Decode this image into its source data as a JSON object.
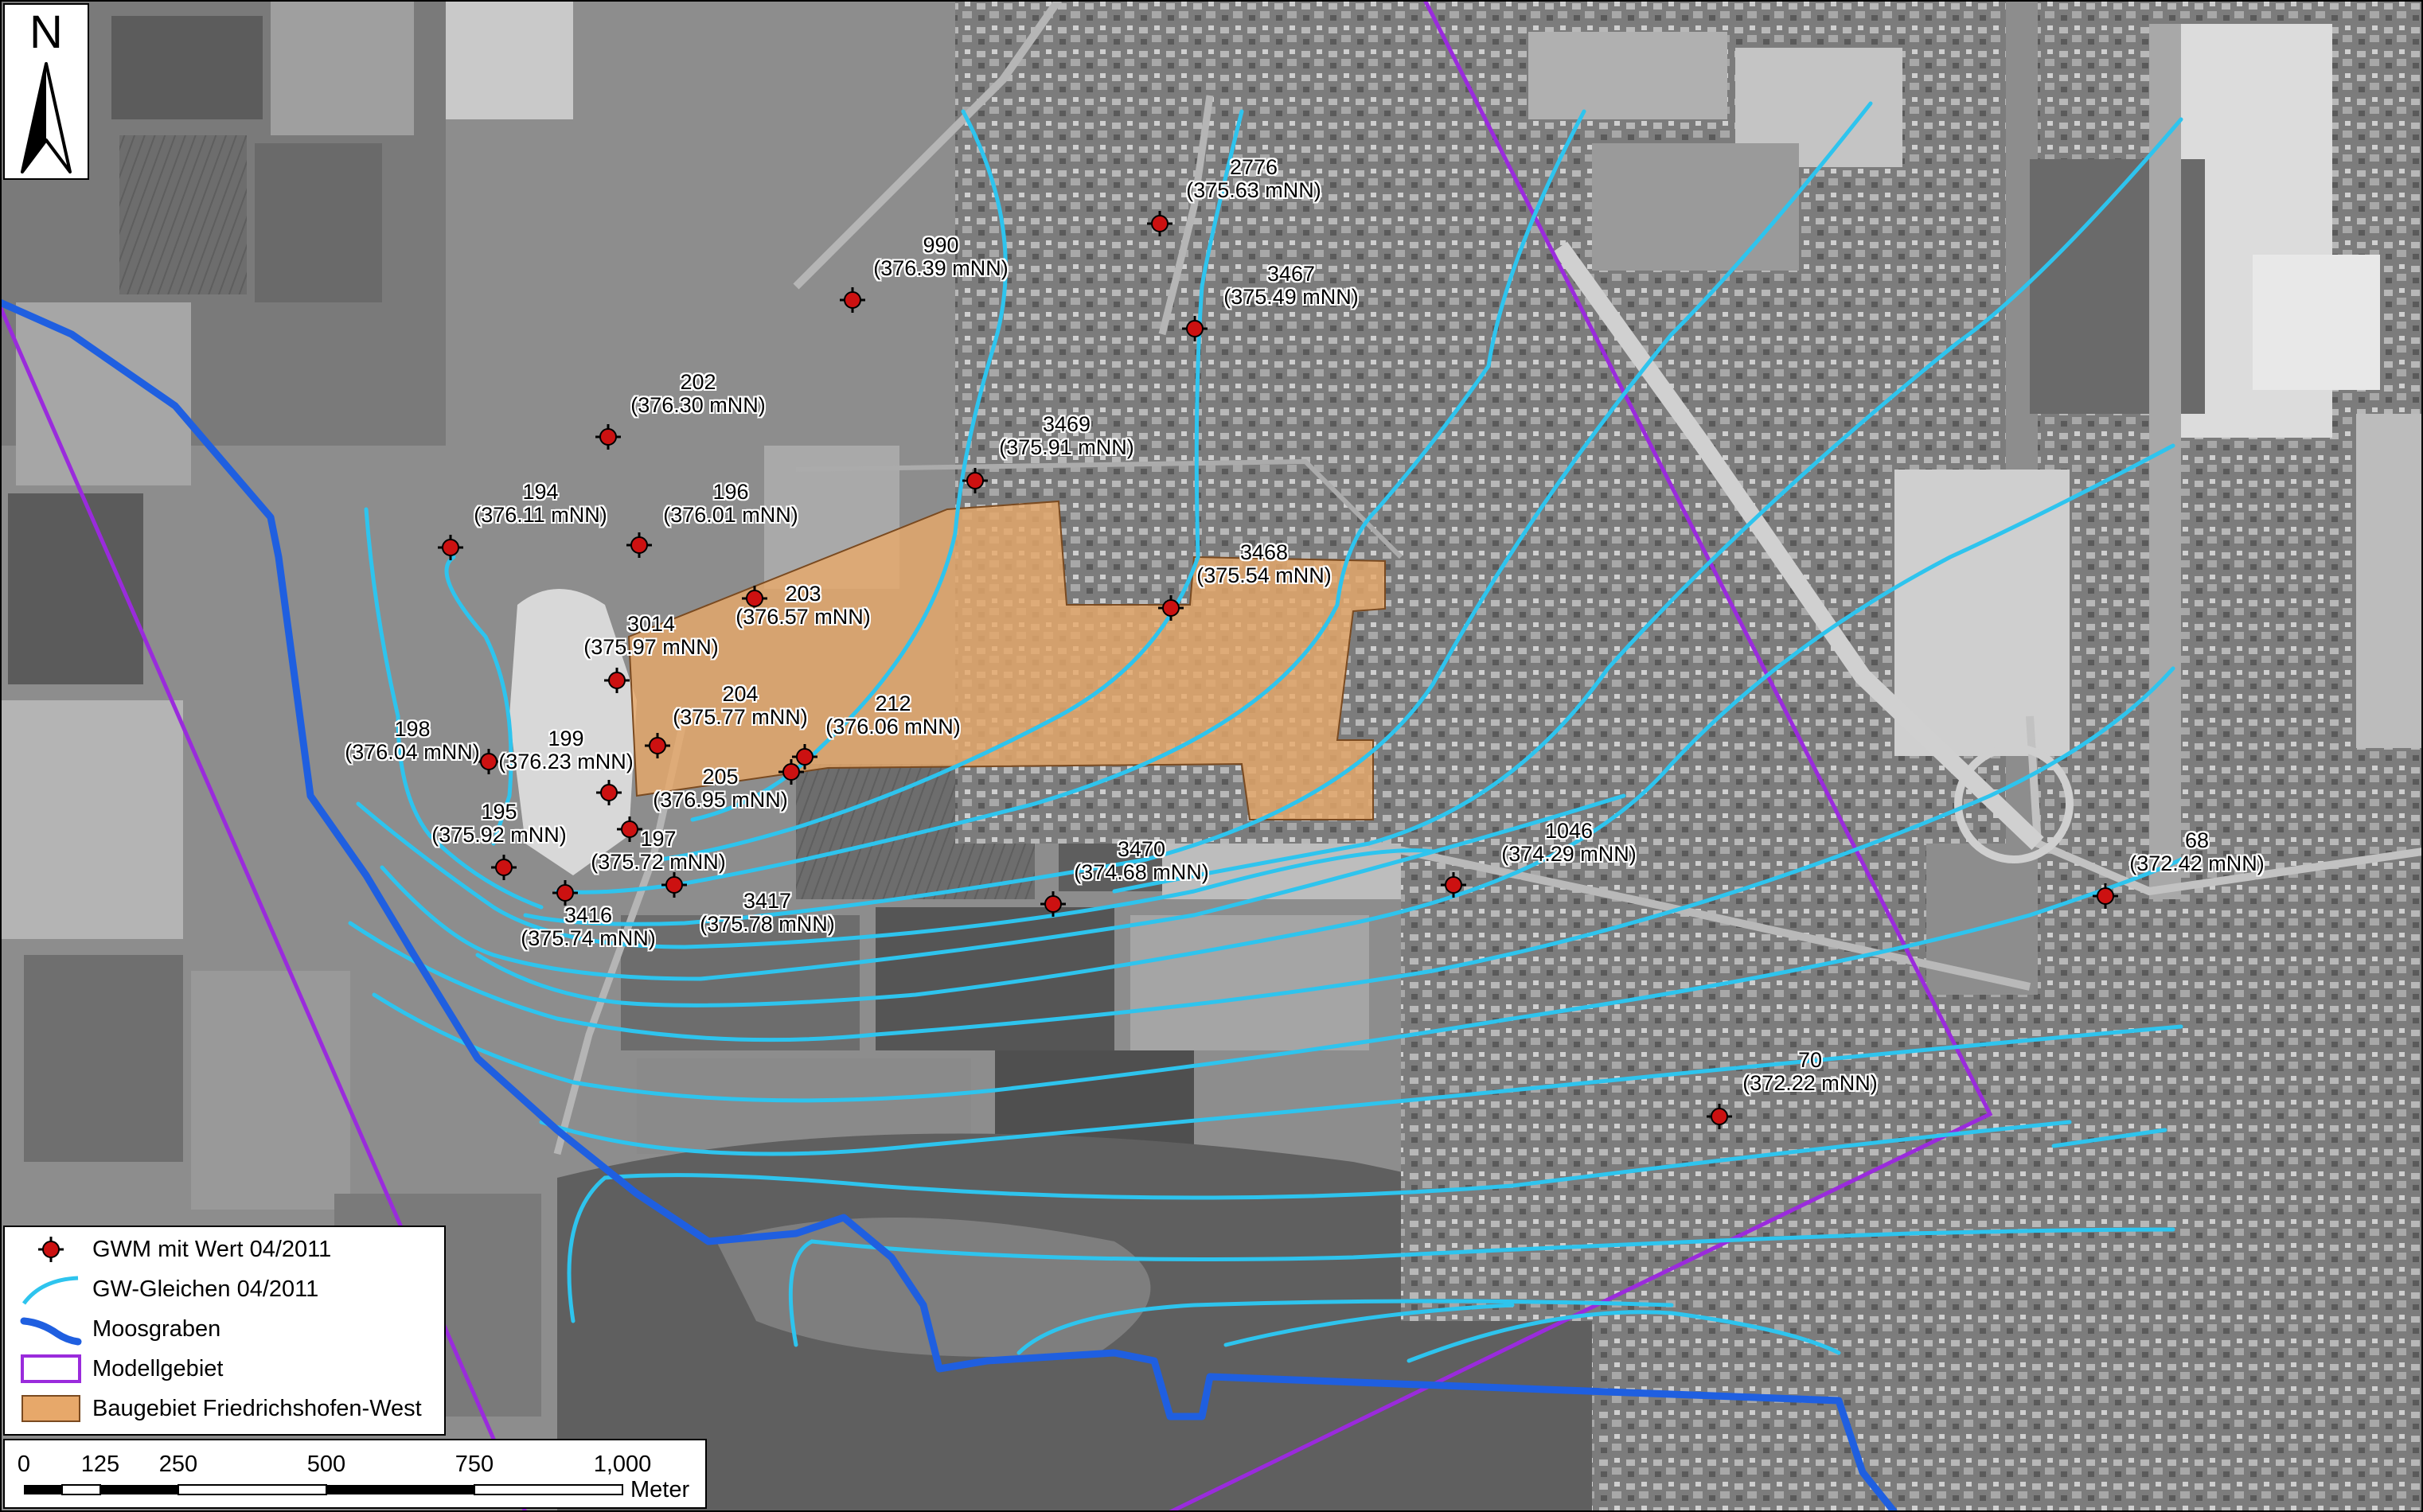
{
  "north_arrow": {
    "letter": "N",
    "icon": "north-arrow-icon"
  },
  "colors": {
    "well_marker": "#cc1111",
    "contour": "#2ec4ee",
    "stream": "#1f5fe0",
    "model_boundary": "#9a2bdc",
    "construction_area": "#e7a86a",
    "map_background": "#8d8d8d"
  },
  "legend": {
    "items": [
      {
        "label": "GWM mit Wert 04/2011",
        "symbol": "well-marker-icon"
      },
      {
        "label": "GW-Gleichen 04/2011",
        "symbol": "contour-line-icon"
      },
      {
        "label": "Moosgraben",
        "symbol": "stream-line-icon"
      },
      {
        "label": "Modellgebiet",
        "symbol": "model-area-icon"
      },
      {
        "label": "Baugebiet Friedrichshofen-West",
        "symbol": "construction-area-icon"
      }
    ]
  },
  "scale_bar": {
    "ticks": [
      "0",
      "125",
      "250",
      "500",
      "750",
      "1,000"
    ],
    "unit": "Meter"
  },
  "wells": [
    {
      "id": "2776",
      "value": "(375.63 mNN)"
    },
    {
      "id": "990",
      "value": "(376.39 mNN)"
    },
    {
      "id": "3467",
      "value": "(375.49 mNN)"
    },
    {
      "id": "202",
      "value": "(376.30 mNN)"
    },
    {
      "id": "3469",
      "value": "(375.91 mNN)"
    },
    {
      "id": "194",
      "value": "(376.11 mNN)"
    },
    {
      "id": "196",
      "value": "(376.01 mNN)"
    },
    {
      "id": "3468",
      "value": "(375.54 mNN)"
    },
    {
      "id": "203",
      "value": "(376.57 mNN)"
    },
    {
      "id": "3014",
      "value": "(375.97 mNN)"
    },
    {
      "id": "204",
      "value": "(375.77 mNN)"
    },
    {
      "id": "212",
      "value": "(376.06 mNN)"
    },
    {
      "id": "198",
      "value": "(376.04 mNN)"
    },
    {
      "id": "199",
      "value": "(376.23 mNN)"
    },
    {
      "id": "205",
      "value": "(376.95 mNN)"
    },
    {
      "id": "195",
      "value": "(375.92 mNN)"
    },
    {
      "id": "197",
      "value": "(375.72 mNN)"
    },
    {
      "id": "3470",
      "value": "(374.68 mNN)"
    },
    {
      "id": "1046",
      "value": "(374.29 mNN)"
    },
    {
      "id": "68",
      "value": "(372.42 mNN)"
    },
    {
      "id": "3417",
      "value": "(375.78 mNN)"
    },
    {
      "id": "3416",
      "value": "(375.74 mNN)"
    },
    {
      "id": "70",
      "value": "(372.22 mNN)"
    }
  ]
}
